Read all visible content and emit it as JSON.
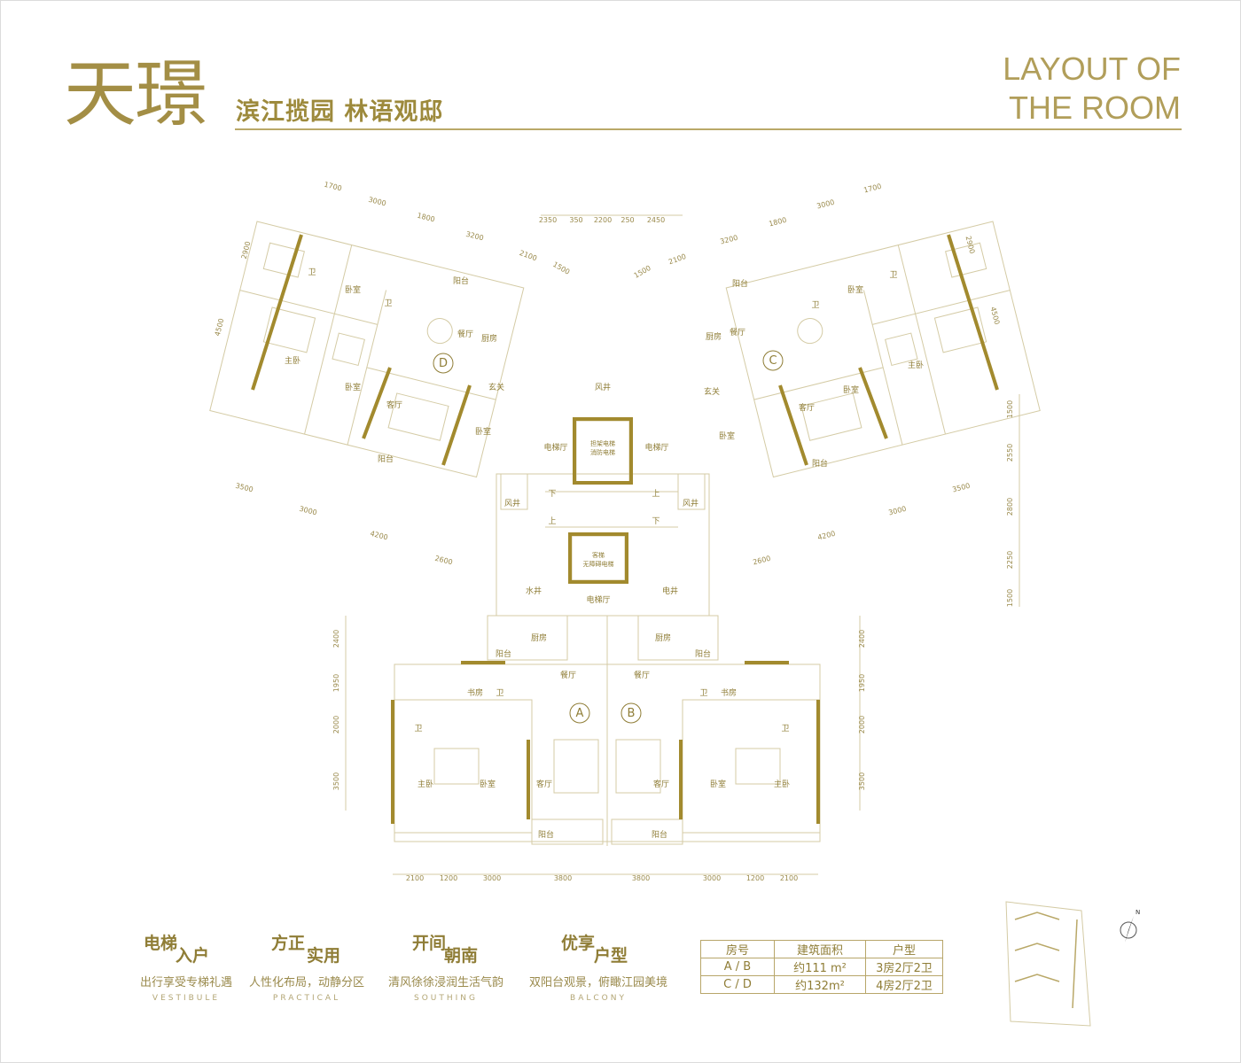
{
  "header": {
    "brand": "天璟",
    "slogan": "滨江揽园  林语观邸",
    "layout_line1": "LAYOUT OF",
    "layout_line2": "THE ROOM"
  },
  "plan": {
    "units": [
      "A",
      "B",
      "C",
      "D"
    ],
    "rooms": {
      "bath": "卫",
      "bedroom": "卧室",
      "master": "主卧",
      "balcony": "阳台",
      "dining": "餐厅",
      "kitchen": "厨房",
      "living": "客厅",
      "foyer": "玄关",
      "study": "书房",
      "elevator_hall": "电梯厅",
      "air_shaft": "风井",
      "water_shaft": "水井",
      "power_shaft": "电井",
      "down": "下",
      "up": "上"
    },
    "elevators": {
      "fire_line1": "担架电梯",
      "fire_line2": "消防电梯",
      "barrier_line1": "客梯",
      "barrier_line2": "无障碍电梯"
    },
    "dims": {
      "top_center": [
        "2350",
        "350",
        "2200",
        "250",
        "2450"
      ],
      "left_top": [
        "1700",
        "3000",
        "1800",
        "3200",
        "2100",
        "1500"
      ],
      "left_side": [
        "2900",
        "4500"
      ],
      "left_bottom": [
        "3500",
        "3000",
        "4200",
        "2600"
      ],
      "right_top": [
        "1700",
        "3000",
        "1800",
        "3200",
        "2100",
        "1500"
      ],
      "right_side": [
        "2900",
        "4500"
      ],
      "right_bottom": [
        "3500",
        "3000",
        "4200",
        "2600"
      ],
      "right_vertical": [
        "1500",
        "2550",
        "2800",
        "2250",
        "1500"
      ],
      "lower_left": [
        "2400",
        "1950",
        "2000",
        "3500"
      ],
      "lower_right": [
        "2400",
        "1950",
        "2000",
        "3500"
      ],
      "bottom": [
        "2100",
        "1200",
        "3000",
        "3800",
        "3800",
        "3000",
        "1200",
        "2100"
      ]
    }
  },
  "features": [
    {
      "title_a": "电梯",
      "title_b": "入户",
      "desc": "出行享受专梯礼遇",
      "en": "VESTIBULE"
    },
    {
      "title_a": "方正",
      "title_b": "实用",
      "desc": "人性化布局，动静分区",
      "en": "PRACTICAL"
    },
    {
      "title_a": "开间",
      "title_b": "朝南",
      "desc": "清风徐徐浸润生活气韵",
      "en": "SOUTHING"
    },
    {
      "title_a": "优享",
      "title_b": "户型",
      "desc": "双阳台观景，俯瞰江园美境",
      "en": "BALCONY"
    }
  ],
  "spec_table": {
    "headers": [
      "房号",
      "建筑面积",
      "户型"
    ],
    "rows": [
      [
        "A / B",
        "约111 m²",
        "3房2厅2卫"
      ],
      [
        "C / D",
        "约132m²",
        "4房2厅2卫"
      ]
    ]
  },
  "compass_label": "N",
  "colors": {
    "gold": "#a38e45",
    "wall": "#a28a2e",
    "line": "#d4cba5"
  }
}
